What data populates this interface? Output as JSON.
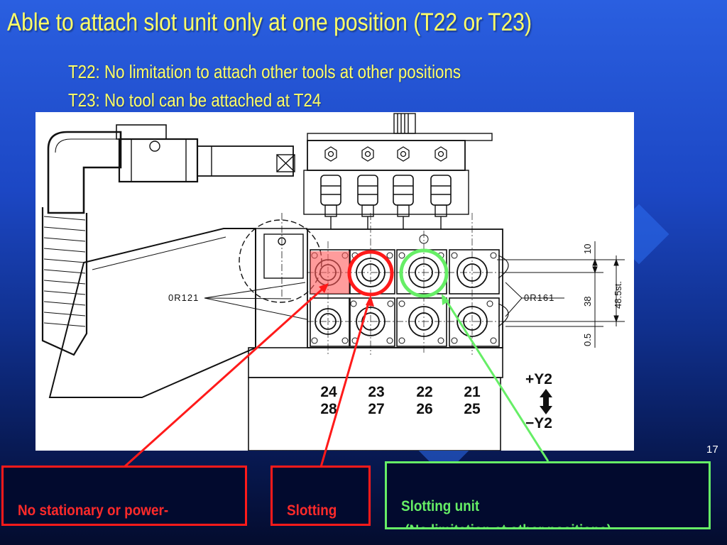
{
  "slide": {
    "title": "Able to attach slot unit only at one position (T22 or T23)",
    "subtitle_1": "T22: No limitation to attach other tools at other positions",
    "subtitle_2": "T23: No tool can be attached at T24",
    "page_number": "17"
  },
  "drawing": {
    "labels": {
      "left_part": "0R121",
      "right_part": "0R161",
      "dim_top": "10",
      "dim_mid": "38",
      "dim_bottom": "0.5",
      "stroke": "48.5st.",
      "plus_axis": "+Y2",
      "minus_axis": "−Y2"
    },
    "stations_top": [
      "24",
      "23",
      "22",
      "21"
    ],
    "stations_bottom": [
      "28",
      "27",
      "26",
      "25"
    ]
  },
  "callouts": {
    "no_tool": "No stationary or power-\ndriven tool can be attached",
    "slotting_red": "Slotting\n unit",
    "slotting_green": "Slotting unit\n (No limitation at other positions)"
  },
  "colors": {
    "title": "#ffff66",
    "red": "#ff1a1a",
    "green": "#66ee66",
    "highlight": "#ff7a7a"
  }
}
